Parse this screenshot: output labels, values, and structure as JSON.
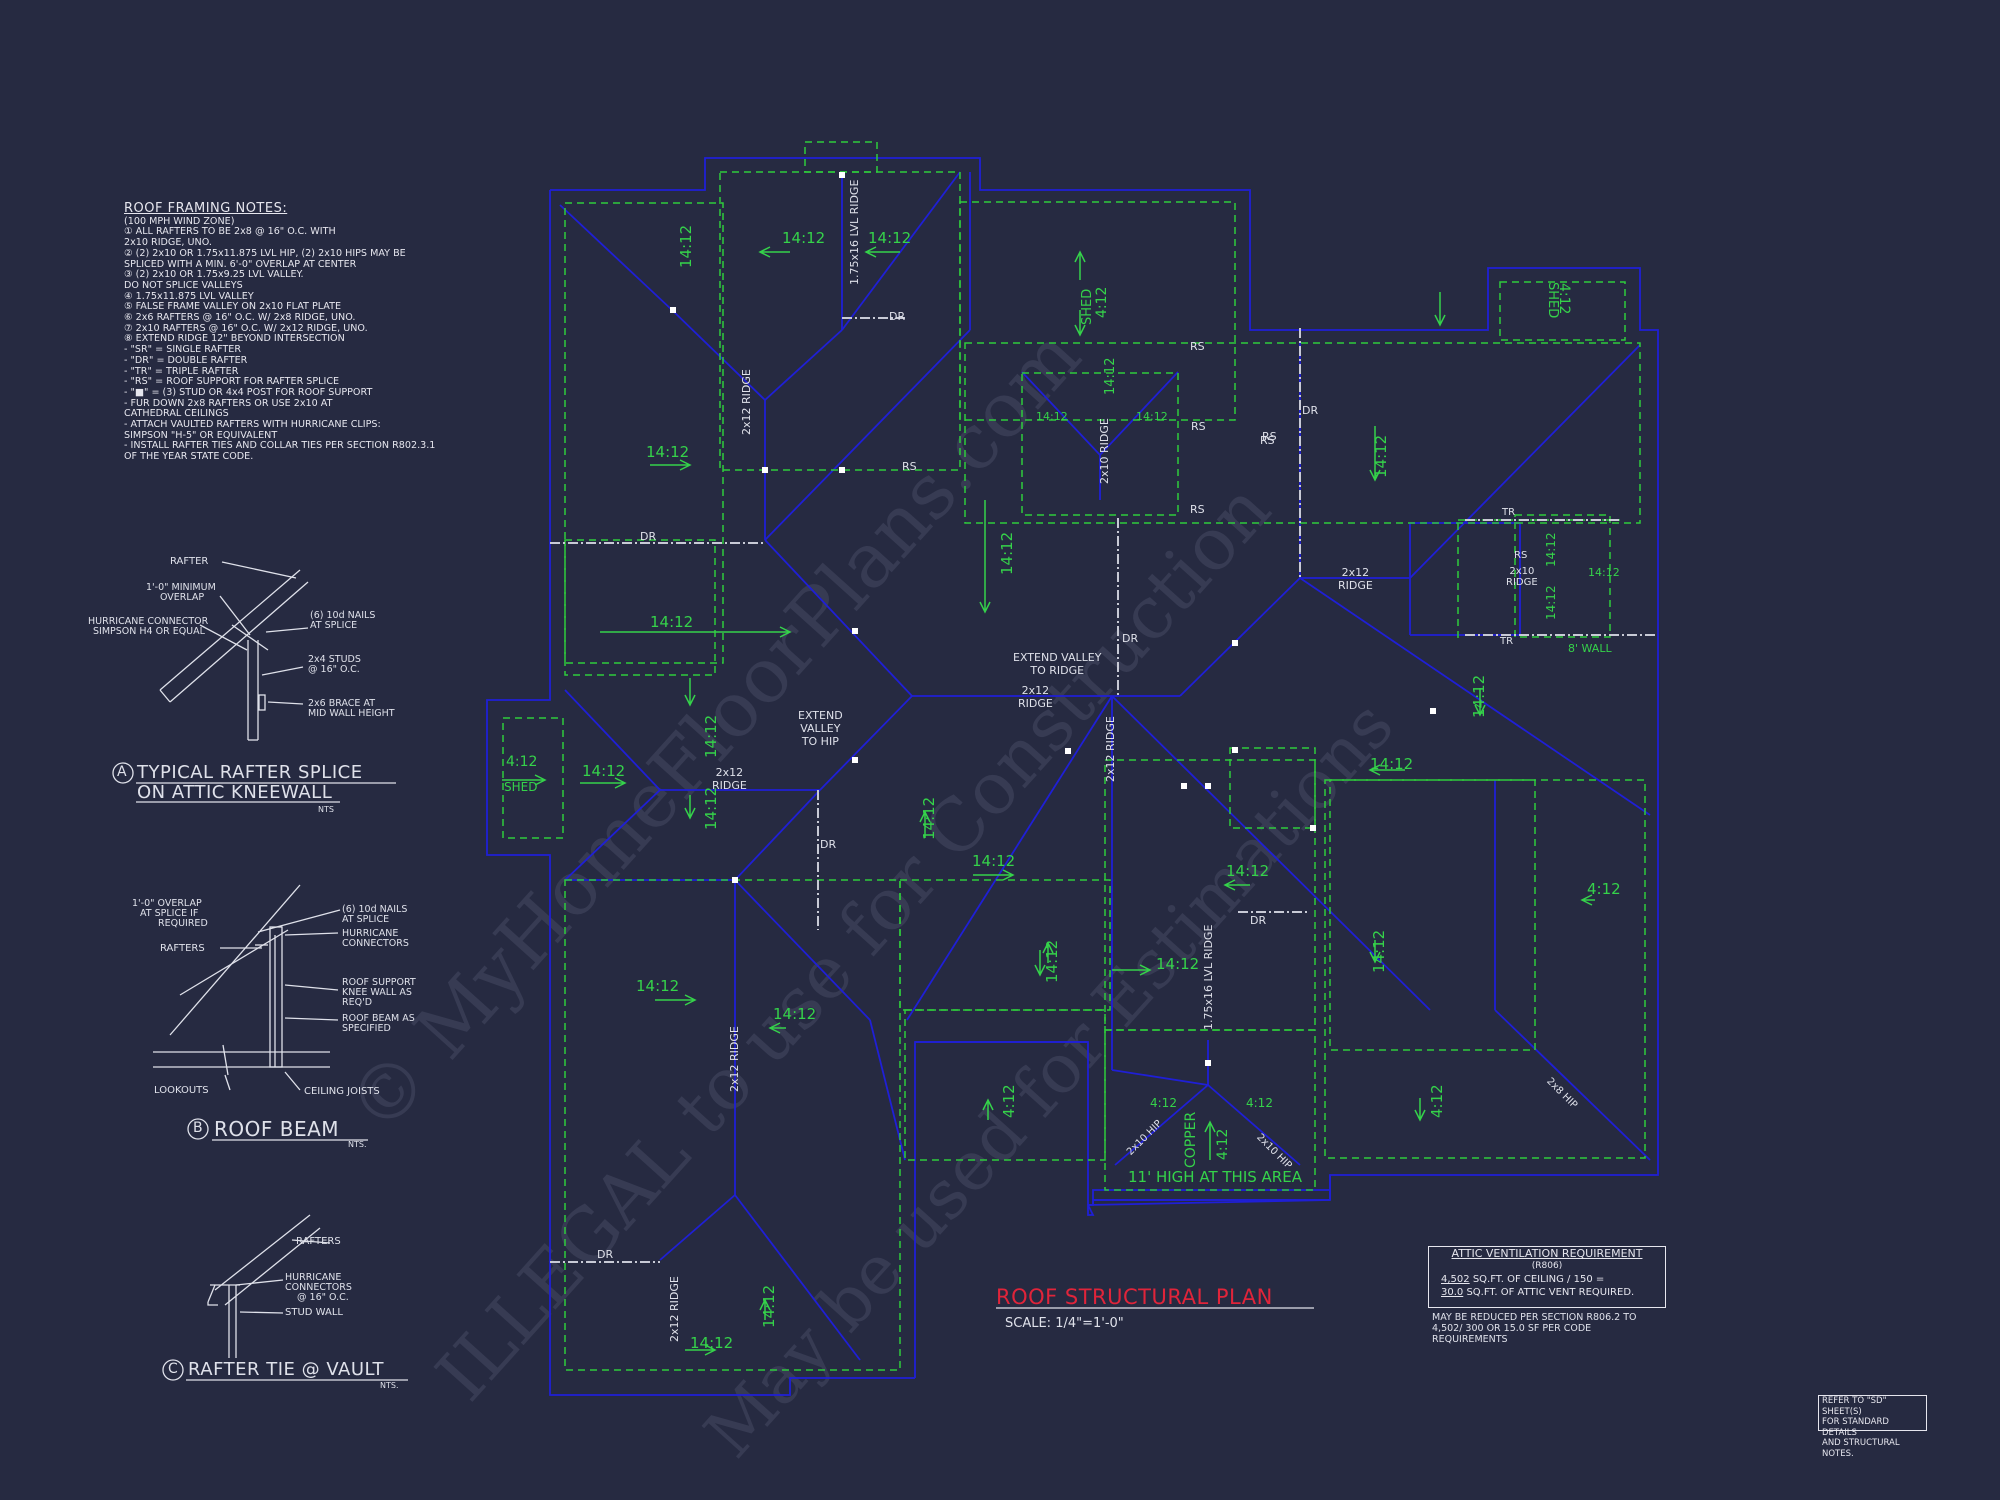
{
  "roof_notes": {
    "title": "ROOF FRAMING NOTES:",
    "lines": [
      "(100 MPH WIND ZONE)",
      "① ALL RAFTERS TO BE 2x8 @ 16\" O.C. WITH",
      "     2x10 RIDGE, UNO.",
      "② (2) 2x10 OR 1.75x11.875 LVL HIP, (2) 2x10 HIPS MAY BE",
      "     SPLICED WITH A MIN. 6'-0\" OVERLAP AT CENTER",
      "③ (2) 2x10 OR 1.75x9.25 LVL VALLEY.",
      "     DO NOT SPLICE VALLEYS",
      "④ 1.75x11.875 LVL VALLEY",
      "⑤ FALSE FRAME VALLEY ON 2x10 FLAT PLATE",
      "⑥ 2x6 RAFTERS @ 16\" O.C. W/ 2x8 RIDGE, UNO.",
      "⑦ 2x10 RAFTERS @ 16\" O.C. W/ 2x12 RIDGE, UNO.",
      "⑧ EXTEND RIDGE 12\" BEYOND INTERSECTION",
      "-  \"SR\" = SINGLE RAFTER",
      "-  \"DR\" = DOUBLE RAFTER",
      "-  \"TR\" = TRIPLE RAFTER",
      "-  \"RS\" = ROOF SUPPORT FOR RAFTER SPLICE",
      "-  \"■\" = (3) STUD OR 4x4 POST FOR ROOF SUPPORT",
      "-  FUR DOWN 2x8 RAFTERS OR USE 2x10 AT",
      "     CATHEDRAL CEILINGS",
      "-  ATTACH VAULTED RAFTERS WITH HURRICANE CLIPS:",
      "     SIMPSON \"H-5\" OR EQUIVALENT",
      "-  INSTALL RAFTER TIES AND COLLAR TIES PER SECTION R802.3.1",
      "     OF THE YEAR STATE CODE."
    ]
  },
  "detail_a": {
    "labels": [
      "RAFTER",
      "1'-0\" MINIMUM",
      "OVERLAP",
      "HURRICANE CONNECTOR",
      "SIMPSON H4 OR EQUAL",
      "(6) 10d NAILS",
      "AT SPLICE",
      "2x4 STUDS",
      "@ 16\" O.C.",
      "2x6 BRACE AT",
      "MID WALL HEIGHT"
    ],
    "letter": "A",
    "title1": "TYPICAL RAFTER SPLICE",
    "title2": "ON ATTIC KNEEWALL",
    "scale": "NTS"
  },
  "detail_b": {
    "labels": [
      "1'-0\" OVERLAP",
      "AT SPLICE IF",
      "REQUIRED",
      "RAFTERS",
      "(6) 10d NAILS",
      "AT SPLICE",
      "HURRICANE",
      "CONNECTORS",
      "ROOF SUPPORT",
      "KNEE WALL AS",
      "REQ'D",
      "ROOF BEAM AS",
      "SPECIFIED",
      "LOOKOUTS",
      "CEILING JOISTS"
    ],
    "letter": "B",
    "title": "ROOF BEAM",
    "scale": "NTS."
  },
  "detail_c": {
    "labels": [
      "RAFTERS",
      "HURRICANE",
      "CONNECTORS",
      "@ 16\" O.C.",
      "STUD WALL"
    ],
    "letter": "C",
    "title": "RAFTER TIE @ VAULT",
    "scale": "NTS."
  },
  "plan": {
    "title": "ROOF STRUCTURAL PLAN",
    "scale": "SCALE: 1/4\"=1'-0\"",
    "callouts": {
      "extend_valley_ridge": [
        "EXTEND VALLEY",
        "TO RIDGE"
      ],
      "extend_valley_hip": [
        "EXTEND",
        "VALLEY",
        "TO HIP"
      ],
      "wall_8": "8' WALL",
      "high_area": "11' HIGH AT THIS AREA",
      "copper": "COPPER"
    },
    "pitches": [
      "14:12",
      "4:12"
    ],
    "members": [
      "2x12",
      "RIDGE",
      "1.75x16 LVL",
      "2x10",
      "HIP",
      "2x8",
      "DR",
      "RS",
      "TR",
      "SHED"
    ]
  },
  "ventilation": {
    "title": "ATTIC VENTILATION REQUIREMENT",
    "code": "(R806)",
    "line1_value": "4,502",
    "line1_text": "SQ.FT. OF CEILING / 150 =",
    "line2_value": "30.0",
    "line2_text": "SQ.FT. OF ATTIC VENT REQUIRED.",
    "note": [
      "MAY BE REDUCED PER SECTION R806.2 TO",
      "4,502/ 300 OR 15.0 SF PER CODE",
      "REQUIREMENTS"
    ]
  },
  "refer_note": [
    "REFER TO \"SD\" SHEET(S)",
    "FOR STANDARD DETAILS",
    "AND STRUCTURAL NOTES."
  ],
  "watermark": [
    "© MyHomeFloorPlans.com",
    "ILLEGAL to use for Construction",
    "May be used for Estimations"
  ],
  "colors": {
    "background": "#262a41",
    "outline": "#1f1fd6",
    "dashed": "#2ecb3c",
    "title_red": "#e0243a",
    "text": "#e6e6ee"
  }
}
